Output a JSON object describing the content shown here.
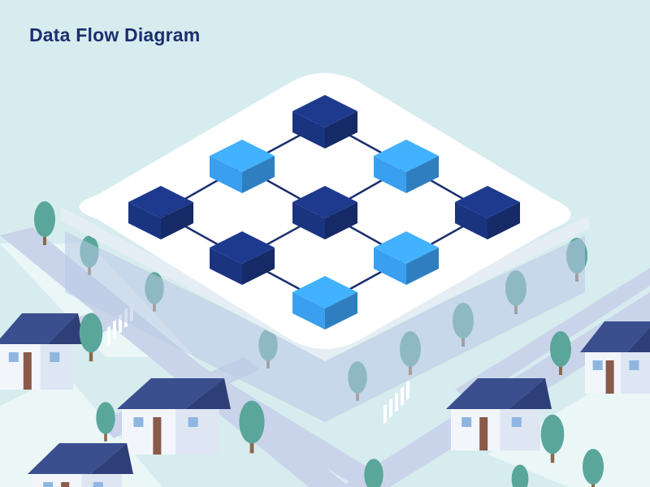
{
  "title": "Data Flow Diagram",
  "colors": {
    "background": "#d7ecef",
    "ground": "#eef8f8",
    "road": "#c9d4ea",
    "platform_top": "#ffffff",
    "platform_side": "#e4eef4",
    "node_dark": "#1a3480",
    "node_light": "#3b9ff0",
    "edge": "#1b2f6e",
    "house_roof": "#3b4f8f",
    "house_wall": "#f2f6fb",
    "tree": "#5aa69b",
    "trunk": "#8a6a4a"
  },
  "nodes": [
    {
      "id": "n1",
      "style": "dark"
    },
    {
      "id": "n2",
      "style": "light"
    },
    {
      "id": "n3",
      "style": "light"
    },
    {
      "id": "n4",
      "style": "dark"
    },
    {
      "id": "n5",
      "style": "dark"
    },
    {
      "id": "n6",
      "style": "dark"
    },
    {
      "id": "n7",
      "style": "dark"
    },
    {
      "id": "n8",
      "style": "light"
    },
    {
      "id": "n9",
      "style": "light"
    }
  ],
  "edges": [
    [
      "n1",
      "n2"
    ],
    [
      "n1",
      "n3"
    ],
    [
      "n2",
      "n4"
    ],
    [
      "n2",
      "n5"
    ],
    [
      "n3",
      "n5"
    ],
    [
      "n3",
      "n6"
    ],
    [
      "n4",
      "n7"
    ],
    [
      "n5",
      "n7"
    ],
    [
      "n5",
      "n8"
    ],
    [
      "n6",
      "n8"
    ],
    [
      "n7",
      "n9"
    ],
    [
      "n8",
      "n9"
    ]
  ]
}
